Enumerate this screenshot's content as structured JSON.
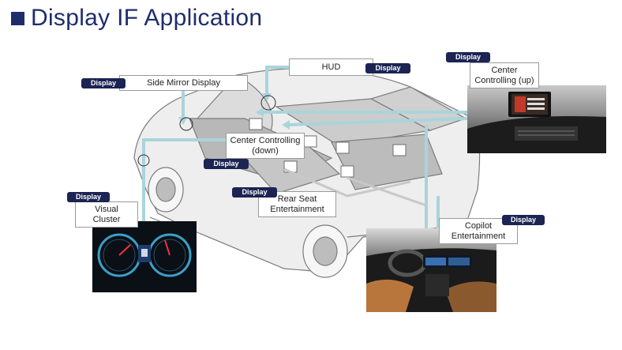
{
  "title": "Display IF Application",
  "tag_label": "Display",
  "labels": {
    "side_mirror": "Side Mirror Display",
    "hud": "HUD",
    "center_up": "Center Controlling (up)",
    "center_down": "Center Controlling (down)",
    "rear_seat": "Rear Seat Entertainment",
    "visual_cluster": "Visual Cluster",
    "copilot": "Copilot Entertainment"
  },
  "colors": {
    "title": "#1f2d6b",
    "tag_bg": "#1b2452",
    "connector": "#a9d4dc"
  }
}
